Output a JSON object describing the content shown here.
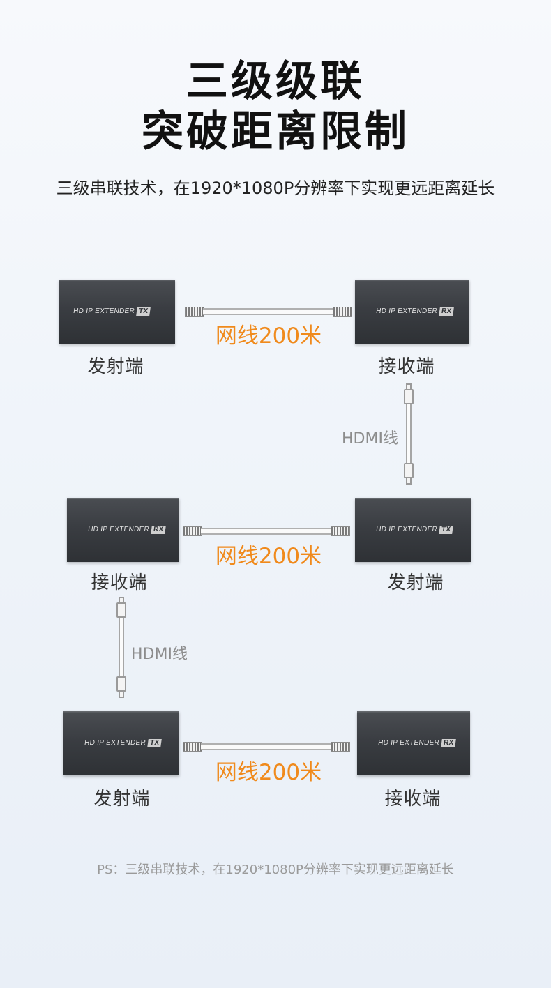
{
  "title": {
    "line1": "三级级联",
    "line2": "突破距离限制"
  },
  "subtitle": "三级串联技术，在1920*1080P分辨率下实现更远距离延长",
  "device_text": "HD IP EXTENDER",
  "rows": [
    {
      "left": {
        "tag": "TX",
        "caption": "发射端"
      },
      "right": {
        "tag": "RX",
        "caption": "接收端"
      },
      "cable_label": "网线200米"
    },
    {
      "left": {
        "tag": "RX",
        "caption": "接收端"
      },
      "right": {
        "tag": "TX",
        "caption": "发射端"
      },
      "cable_label": "网线200米"
    },
    {
      "left": {
        "tag": "TX",
        "caption": "发射端"
      },
      "right": {
        "tag": "RX",
        "caption": "接收端"
      },
      "cable_label": "网线200米"
    }
  ],
  "hdmi": [
    {
      "label": "HDMI线"
    },
    {
      "label": "HDMI线"
    }
  ],
  "footnote": "PS：三级串联技术，在1920*1080P分辨率下实现更远距离延长",
  "colors": {
    "accent": "#f08a1c",
    "device": "#3a3d42",
    "muted": "#8c8c8c"
  }
}
